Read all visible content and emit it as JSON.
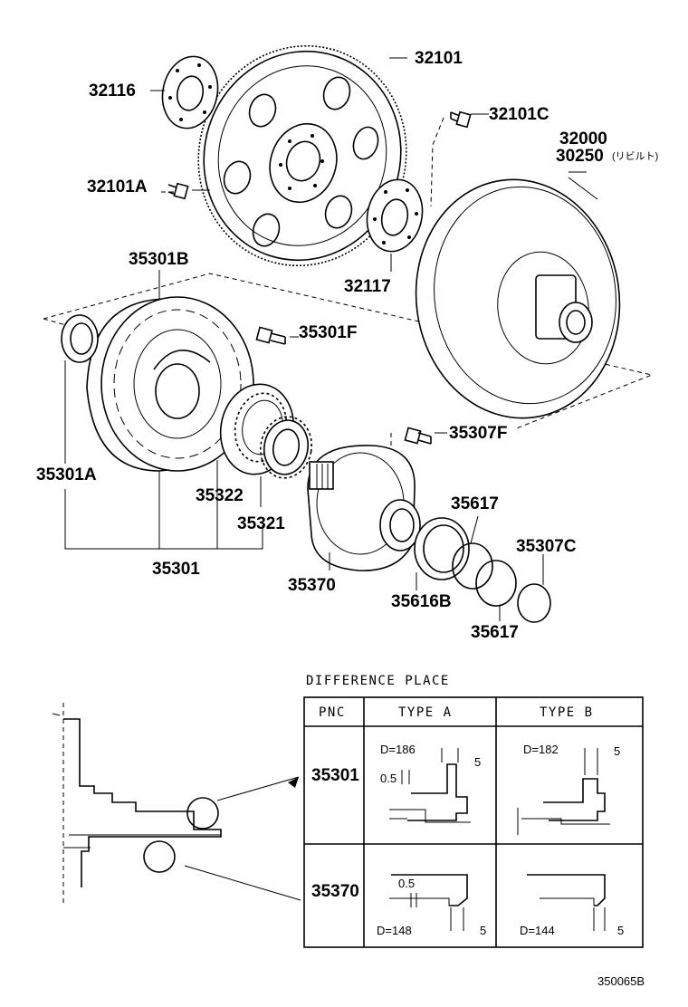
{
  "parts": {
    "p32101": "32101",
    "p32116": "32116",
    "p32101C": "32101C",
    "p32000": "32000",
    "p30250": "30250",
    "p30250_note": "(リビルト)",
    "p32101A": "32101A",
    "p35301B": "35301B",
    "p32117": "32117",
    "p35301F": "35301F",
    "p35307F": "35307F",
    "p35301A": "35301A",
    "p35322": "35322",
    "p35321": "35321",
    "p35617a": "35617",
    "p35307C": "35307C",
    "p35301": "35301",
    "p35370": "35370",
    "p35616B": "35616B",
    "p35617b": "35617"
  },
  "difference": {
    "title": "DIFFERENCE PLACE",
    "col_pnc": "PNC",
    "col_type_a": "TYPE A",
    "col_type_b": "TYPE B",
    "row1_pnc": "35301",
    "row2_pnc": "35370",
    "r1_a_d": "D=186",
    "r1_a_5": "5",
    "r1_a_05": "0.5",
    "r1_b_d": "D=182",
    "r1_b_5": "5",
    "r2_a_05": "0.5",
    "r2_a_d": "D=148",
    "r2_a_5": "5",
    "r2_b_d": "D=144",
    "r2_b_5": "5"
  },
  "figure_code": "350065B"
}
